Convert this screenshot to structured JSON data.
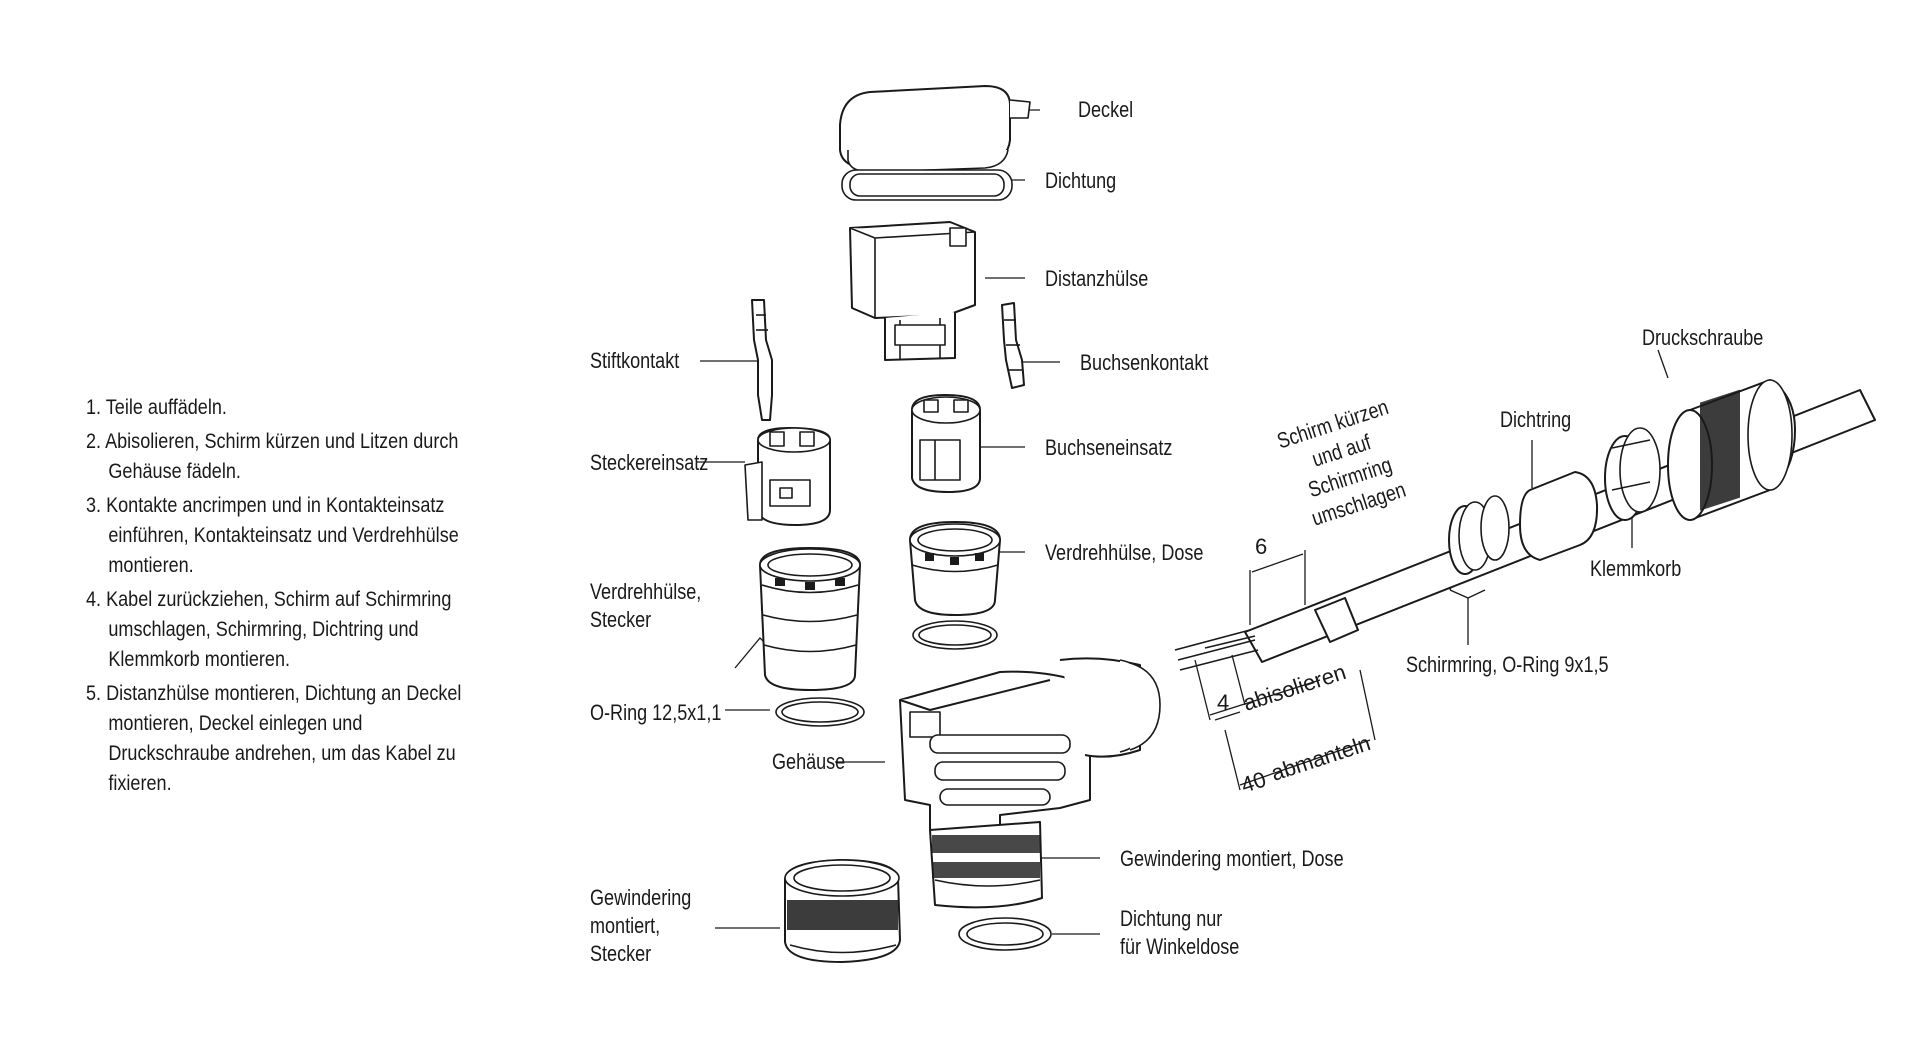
{
  "instructions": [
    "1. Teile auffädeln.",
    "2. Abisolieren, Schirm kürzen und Litzen durch Gehäuse fädeln.",
    "3. Kontakte ancrimpen und in Kontakteinsatz einführen, Kontakteinsatz und Verdrehhülse montieren.",
    "4. Kabel zurückziehen, Schirm auf Schirmring umschlagen, Schirmring, Dichtring und Klemmkorb montieren.",
    "5. Distanzhülse montieren, Dichtung an Deckel montieren, Deckel einlegen und Druckschraube andrehen, um das Kabel zu fixieren."
  ],
  "labels": {
    "deckel": "Deckel",
    "dichtung": "Dichtung",
    "distanzhuelse": "Distanzhülse",
    "stiftkontakt": "Stiftkontakt",
    "buchsenkontakt": "Buchsenkontakt",
    "steckereinsatz": "Steckereinsatz",
    "buchseneinsatz": "Buchseneinsatz",
    "verdrehhuelse_stecker": "Verdrehhülse, Stecker",
    "verdrehhuelse_dose": "Verdrehhülse, Dose",
    "oring_125": "O-Ring 12,5x1,1",
    "gehaeuse": "Gehäuse",
    "gewindering_dose": "Gewindering montiert, Dose",
    "gewindering_stecker": "Gewindering montiert, Stecker",
    "dichtung_winkeldose": "Dichtung nur für Winkeldose",
    "druckschraube": "Druckschraube",
    "dichtring": "Dichtring",
    "klemmkorb": "Klemmkorb",
    "schirmring_oring": "Schirmring, O-Ring 9x1,5",
    "schirm_kuerzen": "Schirm kürzen und auf Schirmring umschlagen"
  },
  "dimensions": {
    "shield": "6",
    "strip": "4",
    "strip_label": "abisolieren",
    "jacket": "40",
    "jacket_label": "abmanteln"
  }
}
